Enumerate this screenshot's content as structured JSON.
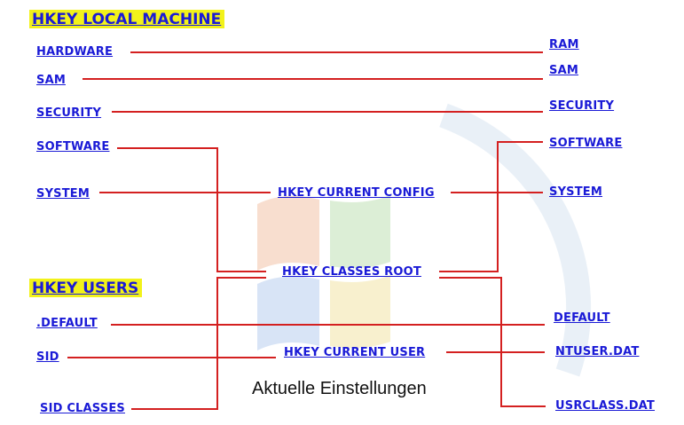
{
  "headers": {
    "local_machine": "HKEY LOCAL MACHINE",
    "users": "HKEY USERS"
  },
  "left_keys": {
    "hardware": "HARDWARE",
    "sam": "SAM",
    "security": "SECURITY",
    "software": "SOFTWARE",
    "system": "SYSTEM",
    "default": ".DEFAULT",
    "sid": "SID",
    "sid_classes": "SID CLASSES"
  },
  "center_keys": {
    "current_config": "HKEY CURRENT CONFIG",
    "classes_root": "HKEY CLASSES ROOT",
    "current_user": "HKEY CURRENT USER"
  },
  "right_keys": {
    "ram": "RAM",
    "sam": "SAM",
    "security": "SECURITY",
    "software": "SOFTWARE",
    "system": "SYSTEM",
    "default": "DEFAULT",
    "ntuser": "NTUSER.DAT",
    "usrclass": "USRCLASS.DAT"
  },
  "caption": "Aktuelle Einstellungen",
  "colors": {
    "link": "#1a1ad6",
    "connector": "#d42020",
    "header_highlight": "#f2f21a"
  }
}
